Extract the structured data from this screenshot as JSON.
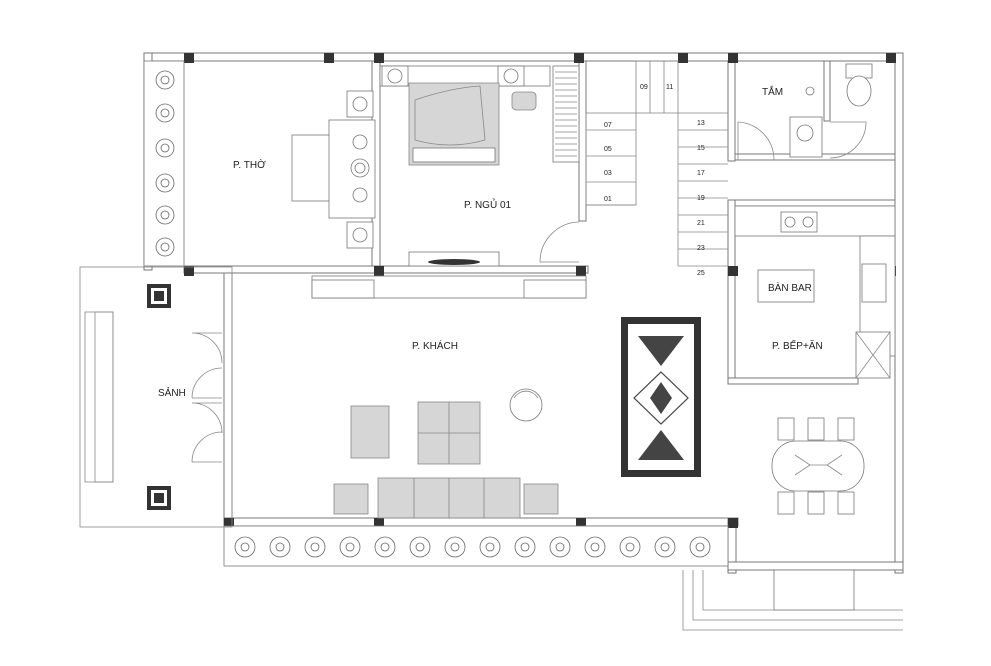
{
  "rooms": {
    "tho": "P. THỜ",
    "ngu": "P. NGỦ 01",
    "tam": "TẮM",
    "sanh": "SẢNH",
    "khach": "P. KHÁCH",
    "bar": "BÀN BAR",
    "bep": "P. BẾP+ĂN"
  },
  "stairs": {
    "left": [
      "07",
      "05",
      "03",
      "01"
    ],
    "top": [
      "09",
      "11"
    ],
    "right": [
      "13",
      "15",
      "17",
      "19",
      "21",
      "23",
      "25"
    ]
  },
  "colors": {
    "wall": "#777777",
    "column": "#333333",
    "furniture_fill": "#d6d6d6",
    "rug_pattern": "#444444"
  },
  "icons": [
    "plant-icon",
    "toilet-icon",
    "sink-icon",
    "stove-icon",
    "rug-motif-icon",
    "chandelier-icon"
  ]
}
